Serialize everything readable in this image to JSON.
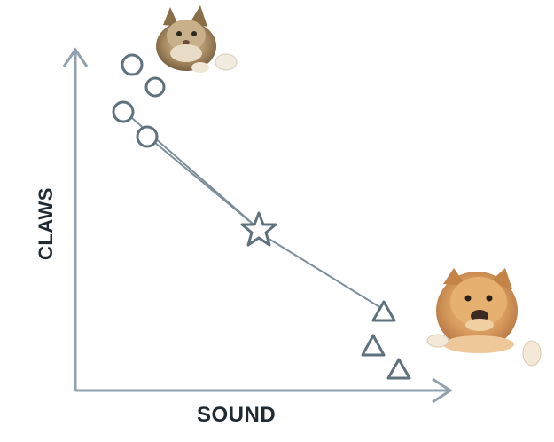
{
  "axes": {
    "x_label": "SOUND",
    "y_label": "CLAWS"
  },
  "colors": {
    "axis": "#8fa1ac",
    "marker": "#5e717c",
    "line": "#7c8e99",
    "text": "#1f2a33"
  },
  "legend_images": [
    {
      "name": "cat-picture"
    },
    {
      "name": "dog-picture"
    }
  ]
}
